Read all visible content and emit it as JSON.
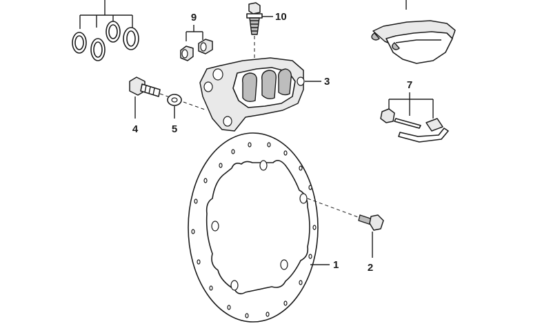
{
  "callouts": {
    "c1": "1",
    "c2": "2",
    "c3": "3",
    "c4": "4",
    "c5": "5",
    "c7": "7",
    "c9": "9",
    "c10": "10"
  }
}
